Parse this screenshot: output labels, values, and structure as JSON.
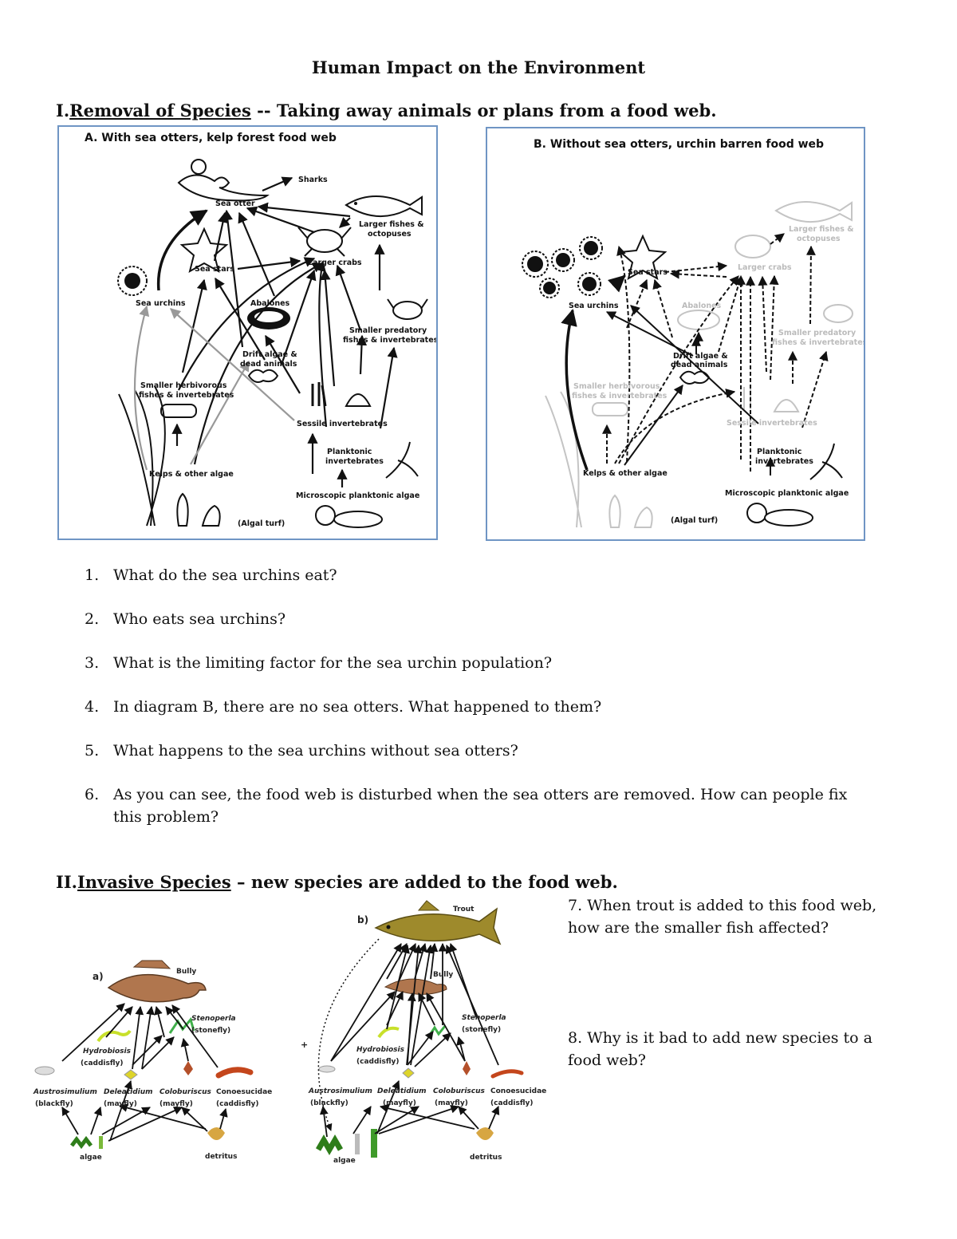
{
  "title": "Human Impact on the Environment",
  "section1": {
    "numeral": "I.",
    "heading": "Removal of Species",
    "rest": " -- Taking away animals or plans from a food web."
  },
  "diagramA": {
    "title": "A.  With sea otters, kelp forest food web",
    "labels": {
      "sharks": "Sharks",
      "sea_otter": "Sea otter",
      "larger_fishes_1": "Larger fishes &",
      "larger_fishes_2": "octopuses",
      "sea_stars": "Sea stars",
      "larger_crabs": "Larger crabs",
      "sea_urchins": "Sea urchins",
      "abalones": "Abalones",
      "smaller_pred_1": "Smaller predatory",
      "smaller_pred_2": "fishes & invertebrates",
      "drift_1": "Drift algae &",
      "drift_2": "dead animals",
      "herb_1": "Smaller herbivorous",
      "herb_2": "fishes & invertebrates",
      "sessile": "Sessile invertebrates",
      "plank_1": "Planktonic",
      "plank_2": "invertebrates",
      "kelps": "Kelps & other algae",
      "micro": "Microscopic planktonic algae",
      "turf": "(Algal turf)"
    }
  },
  "diagramB": {
    "title": "B.  Without sea otters, urchin barren food web",
    "labels": {
      "larger_fishes_1": "Larger fishes &",
      "larger_fishes_2": "octopuses",
      "sea_stars": "Sea stars",
      "larger_crabs": "Larger crabs",
      "sea_urchins": "Sea urchins",
      "abalones": "Abalones",
      "smaller_pred_1": "Smaller predatory",
      "smaller_pred_2": "fishes & invertebrates",
      "drift_1": "Drift algae &",
      "drift_2": "dead animals",
      "herb_1": "Smaller herbivorous",
      "herb_2": "fishes & invertebrates",
      "sessile": "Sessile invertebrates",
      "plank_1": "Planktonic",
      "plank_2": "invertebrates",
      "kelps": "Kelps & other algae",
      "micro": "Microscopic planktonic algae",
      "turf": "(Algal turf)"
    }
  },
  "questions": [
    {
      "num": "1.",
      "text": "What do the sea urchins eat?"
    },
    {
      "num": "2.",
      "text": "Who eats sea urchins?"
    },
    {
      "num": "3.",
      "text": "What is the limiting factor for the sea urchin population?"
    },
    {
      "num": "4.",
      "text": "In diagram B, there are no sea otters. What happened to them?"
    },
    {
      "num": "5.",
      "text": "What happens to the sea urchins without sea otters?"
    },
    {
      "num": "6.",
      "text": "As you can see, the food web is disturbed when the sea otters are removed. How can people fix this problem?"
    }
  ],
  "section2": {
    "numeral": "II.",
    "heading": "Invasive Species",
    "rest": " – new species are added to the food web."
  },
  "streamA": {
    "letter": "a)",
    "bully": "Bully",
    "stenoperla_1": "Stenoperla",
    "stenoperla_2": "(stonefly)",
    "hydro_1": "Hydrobiosis",
    "hydro_2": "(caddisfly)",
    "austro_1": "Austrosimulium",
    "austro_2": "(blackfly)",
    "delea_1": "Deleatidium",
    "delea_2": "(mayfly)",
    "colob_1": "Coloburiscus",
    "colob_2": "(mayfly)",
    "conoe_1": "Conoesucidae",
    "conoe_2": "(caddisfly)",
    "algae": "algae",
    "detritus": "detritus"
  },
  "streamB": {
    "letter": "b)",
    "trout": "Trout",
    "bully": "Bully",
    "plus": "+",
    "stenoperla_1": "Stenoperla",
    "stenoperla_2": "(stonefly)",
    "hydro_1": "Hydrobiosis",
    "hydro_2": "(caddisfly)",
    "austro_1": "Austrosimulium",
    "austro_2": "(blackfly)",
    "delea_1": "Deleatidium",
    "delea_2": "(mayfly)",
    "colob_1": "Coloburiscus",
    "colob_2": "(mayfly)",
    "conoe_1": "Conoesucidae",
    "conoe_2": "(caddisfly)",
    "algae": "algae",
    "detritus": "detritus"
  },
  "q7": {
    "line1": "7. When trout is added to this food web,",
    "line2": "how are the smaller fish affected?"
  },
  "q8": {
    "line1": "8. Why is it bad to add new species to a",
    "line2": "food web?"
  }
}
